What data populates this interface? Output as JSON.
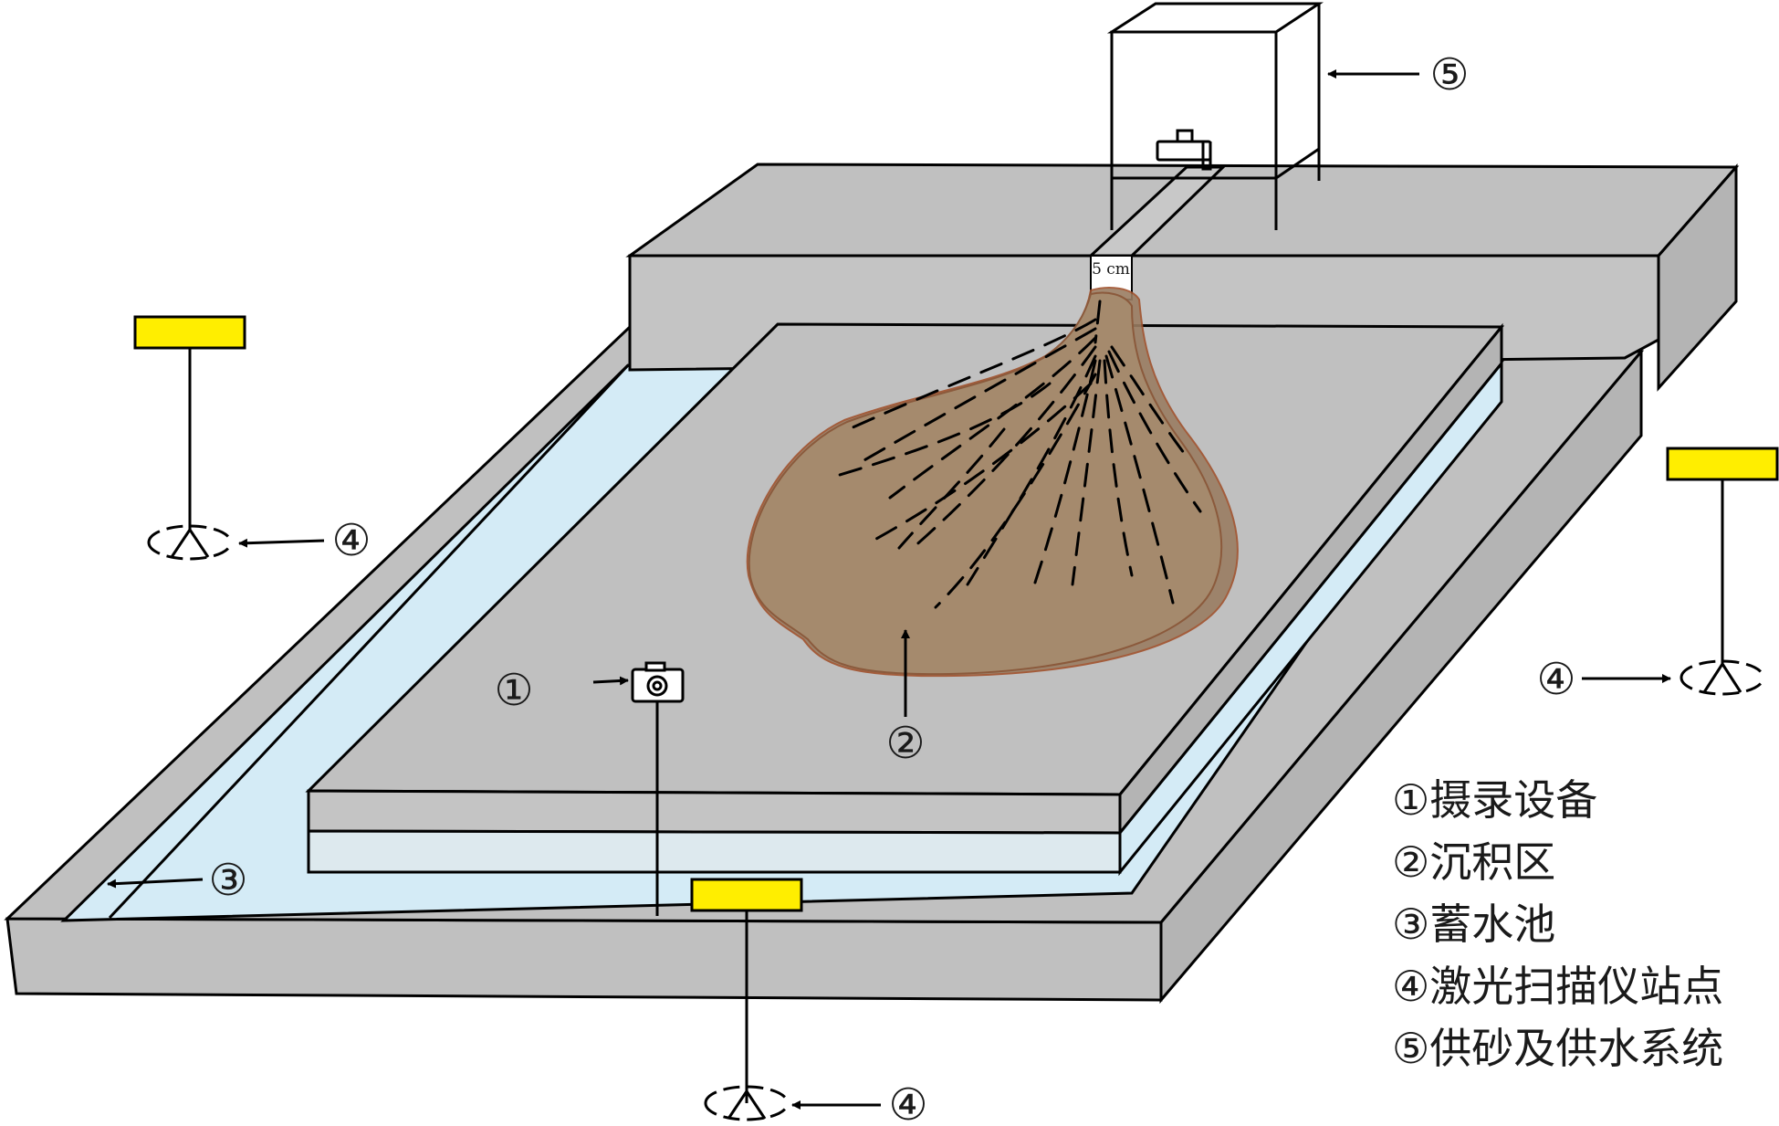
{
  "colors": {
    "surface_gray": "#c0c0c0",
    "water_blue": "#d4ebf6",
    "sediment_brown": "#a58a6d",
    "sediment_edge": "#a0522d",
    "marker_yellow": "#ffee00",
    "stroke": "#000000"
  },
  "icons": {
    "camera": "camera-icon",
    "tripod": "scanner-tripod-icon",
    "faucet": "faucet-icon",
    "arrow": "arrow-icon"
  },
  "labels": {
    "gap_width": "5 cm",
    "callout_1": "①",
    "callout_2": "②",
    "callout_3": "③",
    "callout_4": "④",
    "callout_5": "⑤"
  },
  "legend": {
    "items": [
      "①摄录设备",
      "②沉积区",
      "③蓄水池",
      "④激光扫描仪站点",
      "⑤供砂及供水系统"
    ]
  }
}
